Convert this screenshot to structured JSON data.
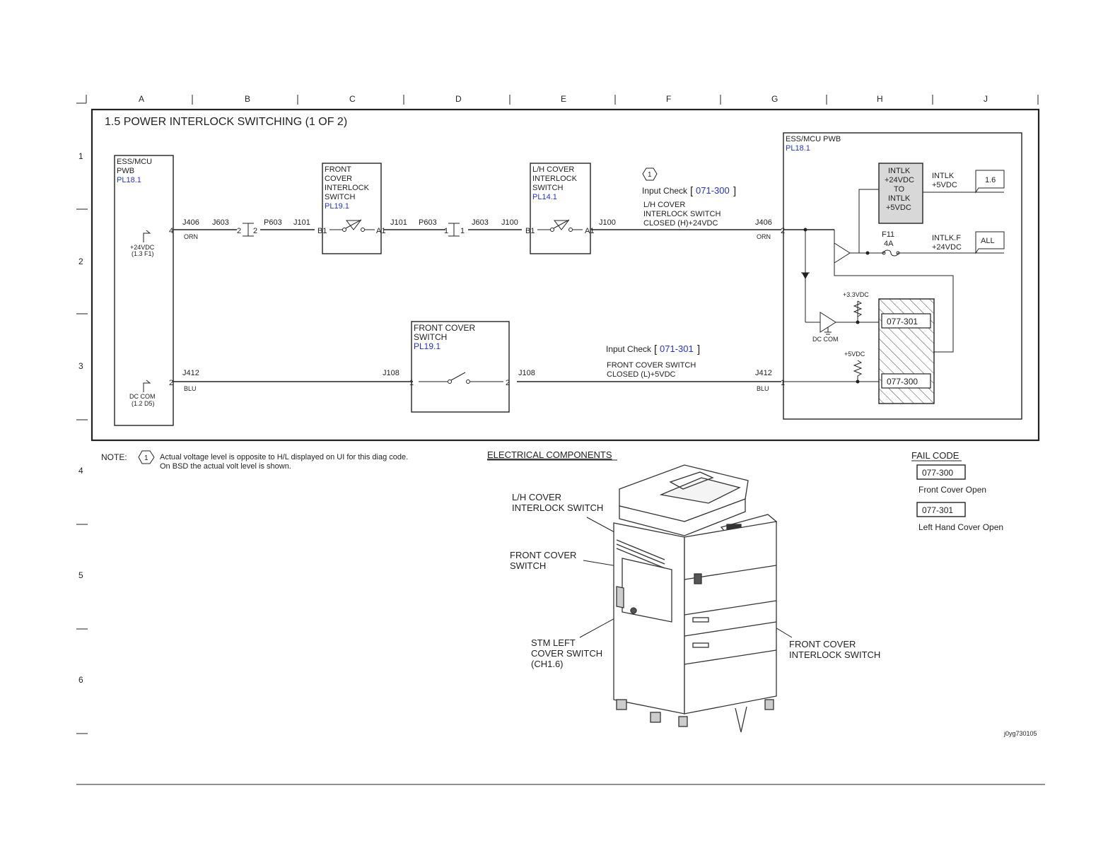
{
  "grid": {
    "columns": [
      "A",
      "B",
      "C",
      "D",
      "E",
      "F",
      "G",
      "H",
      "J"
    ],
    "rows": [
      "1",
      "2",
      "3",
      "4",
      "5",
      "6"
    ]
  },
  "title": "1.5 POWER INTERLOCK SWITCHING (1 OF 2)",
  "ess_left": {
    "line1": "ESS/MCU",
    "line2": "PWB",
    "ref": "PL18.1",
    "pwr1": "+24VDC",
    "pwr2": "(1.3 F1)",
    "com1": "DC COM",
    "com2": "(1.2 D5)"
  },
  "wire_top": {
    "pin_left": "4",
    "j406": "J406",
    "orn": "ORN",
    "j603": "J603",
    "conn2a": "2",
    "conn2b": "2",
    "p603": "P603",
    "j101": "J101",
    "b1": "B1",
    "a1": "A1",
    "j101b": "J101",
    "p603b": "P603",
    "conn1a": "1",
    "conn1b": "1",
    "j603b": "J603",
    "j100": "J100",
    "b1b": "B1",
    "a1b": "A1",
    "j100b": "J100",
    "j406r": "J406",
    "ornr": "ORN",
    "pin_right": "2"
  },
  "front_cover_interlock": {
    "l1": "FRONT",
    "l2": "COVER",
    "l3": "INTERLOCK",
    "l4": "SWITCH",
    "ref": "PL19.1"
  },
  "lh_cover_interlock": {
    "l1": "L/H COVER",
    "l2": "INTERLOCK",
    "l3": "SWITCH",
    "ref": "PL14.1"
  },
  "input_check_top": {
    "note_num": "1",
    "label": "Input Check",
    "code": "071-300",
    "d1": "L/H COVER",
    "d2": "INTERLOCK SWITCH",
    "d3": "CLOSED (H)+24VDC"
  },
  "wire_bottom": {
    "pin_left": "2",
    "j412": "J412",
    "blu": "BLU",
    "j108": "J108",
    "pin1": "1",
    "pin2": "2",
    "j108b": "J108",
    "j412r": "J412",
    "blur": "BLU",
    "pin_right": "1"
  },
  "front_cover_switch": {
    "l1": "FRONT COVER",
    "l2": "SWITCH",
    "ref": "PL19.1"
  },
  "input_check_bottom": {
    "label": "Input Check",
    "code": "071-301",
    "d1": "FRONT COVER SWITCH",
    "d2": "CLOSED (L)+5VDC"
  },
  "ess_right": {
    "line1": "ESS/MCU PWB",
    "ref": "PL18.1",
    "conv1": "INTLK",
    "conv2": "+24VDC",
    "conv3": "TO",
    "conv4": "INTLK",
    "conv5": "+5VDC",
    "out1a": "INTLK",
    "out1b": "+5VDC",
    "out1ref": "1.6",
    "fuse1": "F11",
    "fuse2": "4A",
    "out2a": "INTLK.F",
    "out2b": "+24VDC",
    "out2ref": "ALL",
    "v33": "+3.3VDC",
    "v5": "+5VDC",
    "dccom": "DC COM",
    "code1": "077-301",
    "code2": "077-300"
  },
  "note": {
    "label": "NOTE:",
    "num": "1",
    "line1": "Actual voltage level is opposite to H/L displayed on UI for this diag code.",
    "line2": "On BSD the actual volt level is shown."
  },
  "components": {
    "heading": "ELECTRICAL COMPONENTS",
    "lh1": "L/H COVER",
    "lh2": "INTERLOCK SWITCH",
    "fc1": "FRONT COVER",
    "fc2": "SWITCH",
    "stm1": "STM LEFT",
    "stm2": "COVER SWITCH",
    "stm3": "(CH1.6)",
    "fci1": "FRONT COVER",
    "fci2": "INTERLOCK SWITCH"
  },
  "fail_code": {
    "heading": "FAIL CODE",
    "items": [
      {
        "code": "077-300",
        "desc": "Front Cover Open"
      },
      {
        "code": "077-301",
        "desc": "Left Hand Cover Open"
      }
    ]
  },
  "figure_id": "j0yg730105"
}
